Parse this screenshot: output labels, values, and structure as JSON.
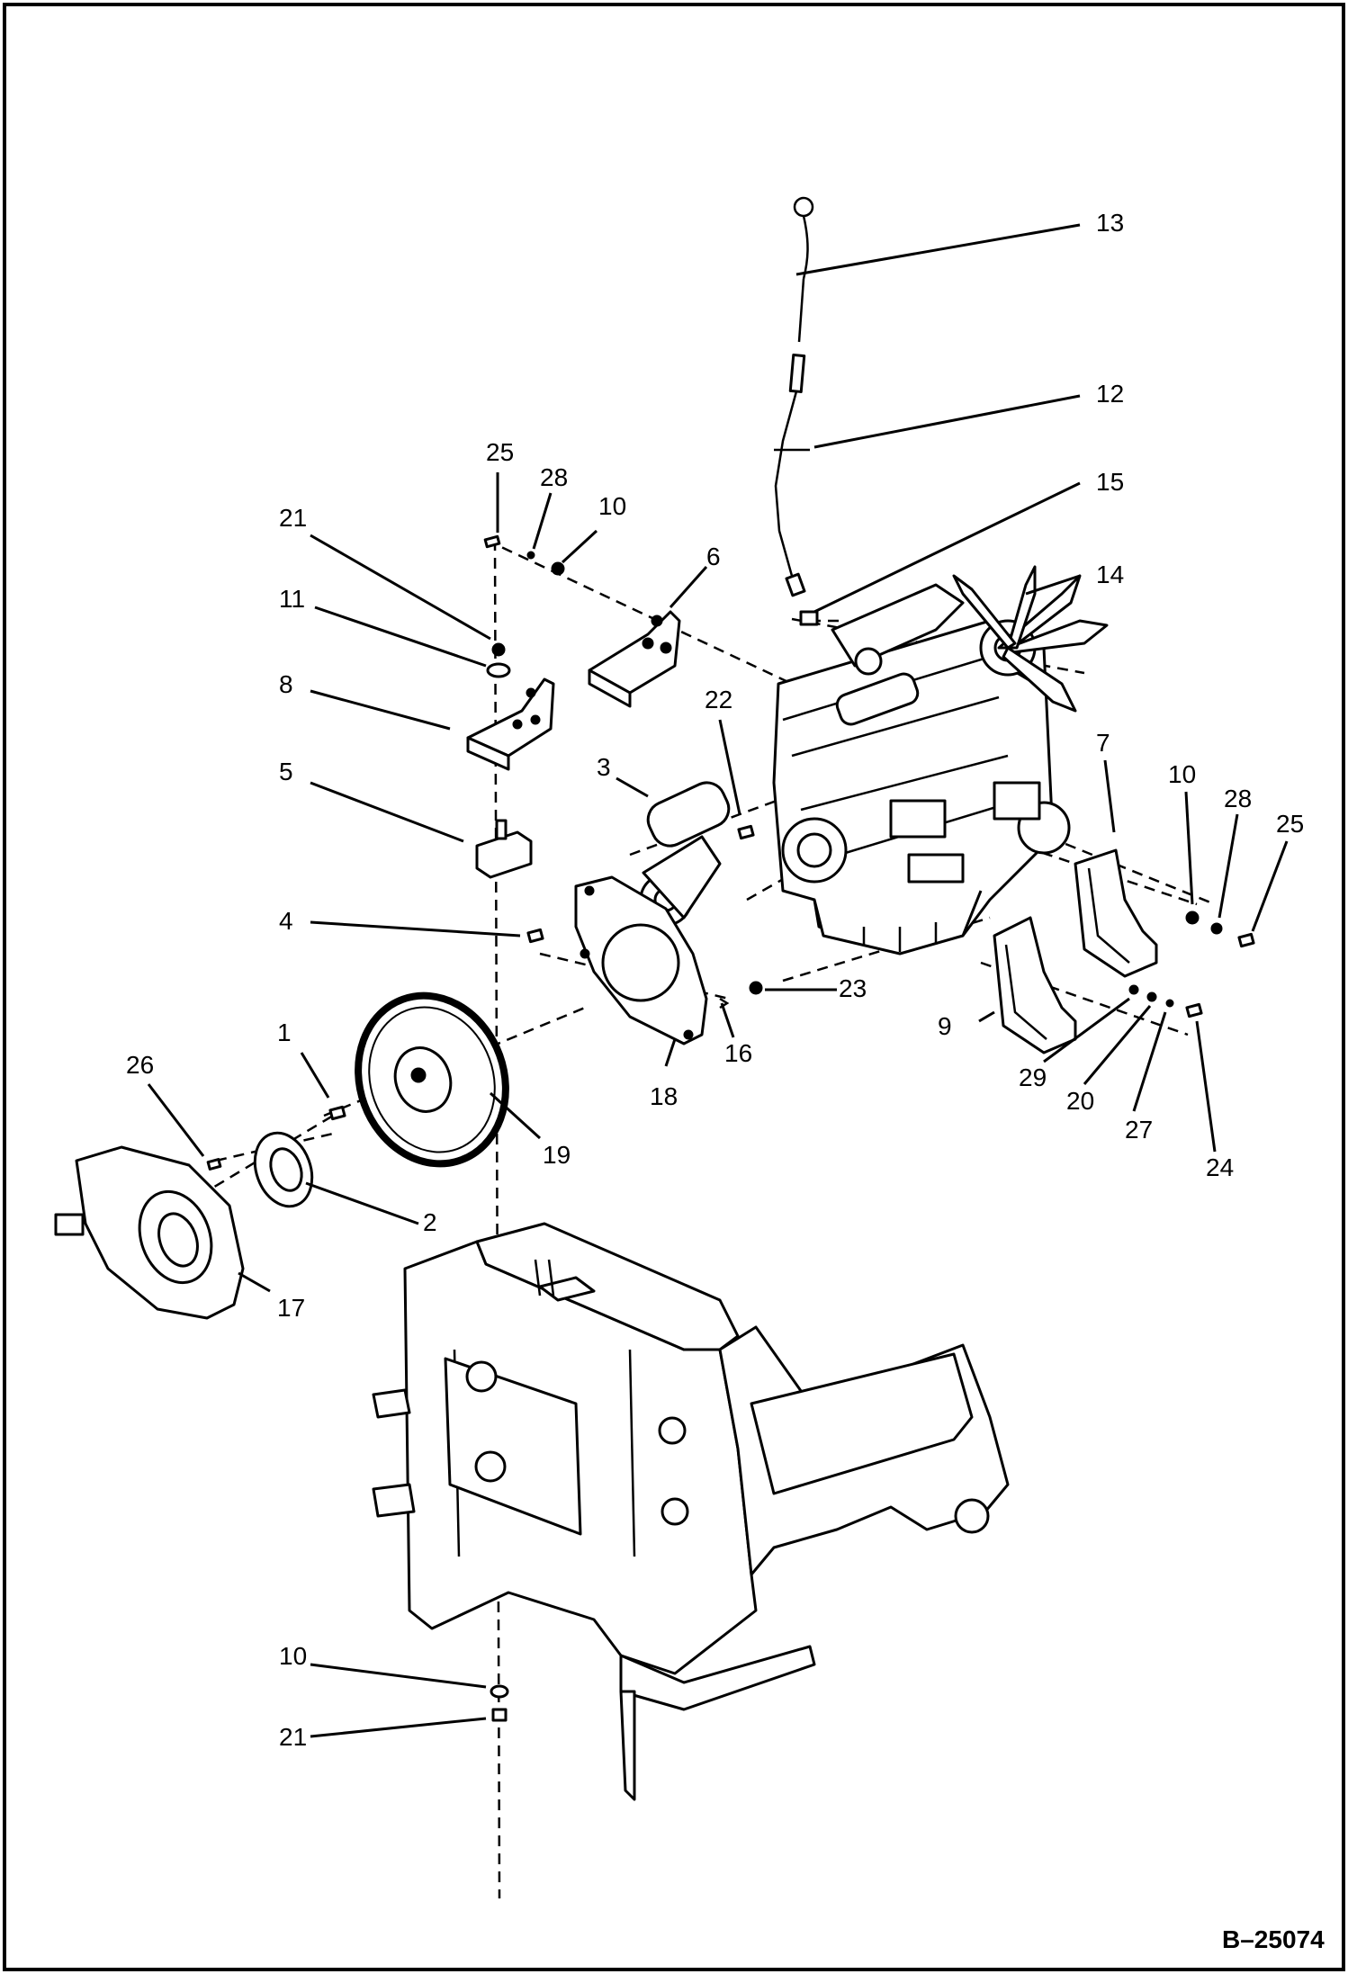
{
  "diagram": {
    "figure_code": "B–25074",
    "callouts": [
      {
        "id": "c13",
        "label": "13"
      },
      {
        "id": "c12",
        "label": "12"
      },
      {
        "id": "c15",
        "label": "15"
      },
      {
        "id": "c14",
        "label": "14"
      },
      {
        "id": "c25a",
        "label": "25"
      },
      {
        "id": "c28a",
        "label": "28"
      },
      {
        "id": "c10a",
        "label": "10"
      },
      {
        "id": "c21a",
        "label": "21"
      },
      {
        "id": "c11",
        "label": "11"
      },
      {
        "id": "c6",
        "label": "6"
      },
      {
        "id": "c8",
        "label": "8"
      },
      {
        "id": "c22",
        "label": "22"
      },
      {
        "id": "c3",
        "label": "3"
      },
      {
        "id": "c5",
        "label": "5"
      },
      {
        "id": "c7",
        "label": "7"
      },
      {
        "id": "c10b",
        "label": "10"
      },
      {
        "id": "c28b",
        "label": "28"
      },
      {
        "id": "c25b",
        "label": "25"
      },
      {
        "id": "c4",
        "label": "4"
      },
      {
        "id": "c23",
        "label": "23"
      },
      {
        "id": "c16",
        "label": "16"
      },
      {
        "id": "c18",
        "label": "18"
      },
      {
        "id": "c9",
        "label": "9"
      },
      {
        "id": "c29",
        "label": "29"
      },
      {
        "id": "c20",
        "label": "20"
      },
      {
        "id": "c27",
        "label": "27"
      },
      {
        "id": "c24",
        "label": "24"
      },
      {
        "id": "c1",
        "label": "1"
      },
      {
        "id": "c26",
        "label": "26"
      },
      {
        "id": "c19",
        "label": "19"
      },
      {
        "id": "c2",
        "label": "2"
      },
      {
        "id": "c17",
        "label": "17"
      },
      {
        "id": "c10c",
        "label": "10"
      },
      {
        "id": "c21c",
        "label": "21"
      }
    ]
  }
}
